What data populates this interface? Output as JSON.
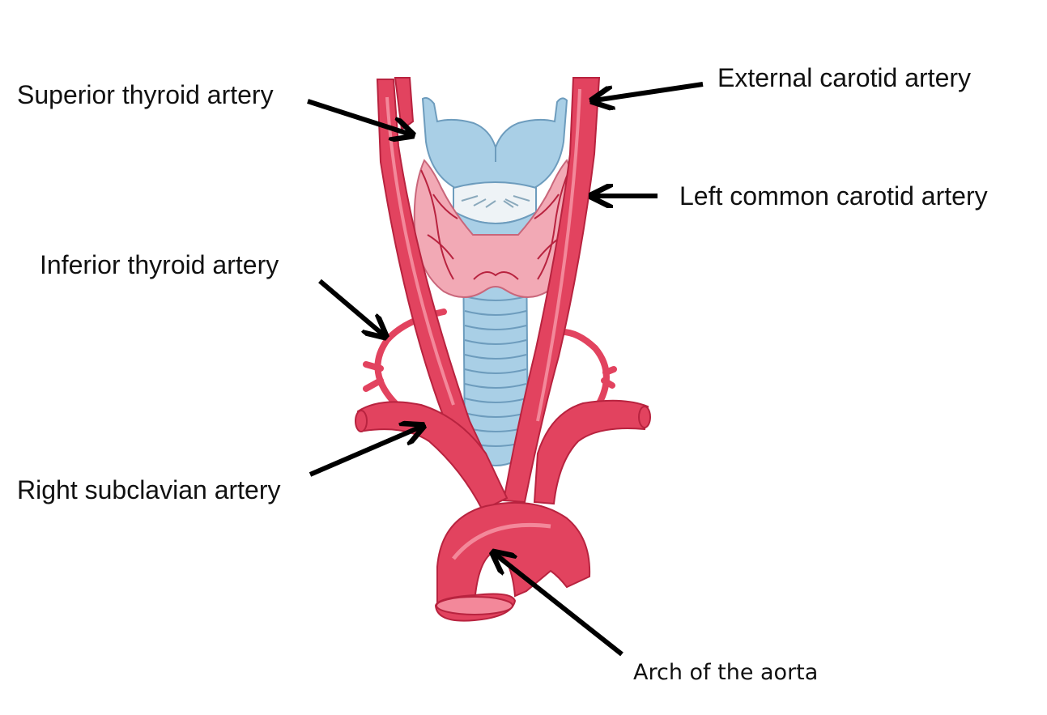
{
  "labels": {
    "superior_thyroid": "Superior thyroid artery",
    "external_carotid": "External carotid artery",
    "left_common_carotid": "Left common carotid artery",
    "inferior_thyroid": "Inferior thyroid artery",
    "right_subclavian": "Right subclavian artery",
    "arch_of_aorta": "Arch of the aorta"
  },
  "colors": {
    "artery": "#e2435f",
    "artery_dark": "#b8233f",
    "artery_light": "#f3889a",
    "cartilage": "#a9cfe6",
    "cartilage_dark": "#6d9cbd",
    "thyroid": "#f2a9b5",
    "thyroid_dark": "#c9667a",
    "arrow": "#000000",
    "text": "#111111"
  }
}
